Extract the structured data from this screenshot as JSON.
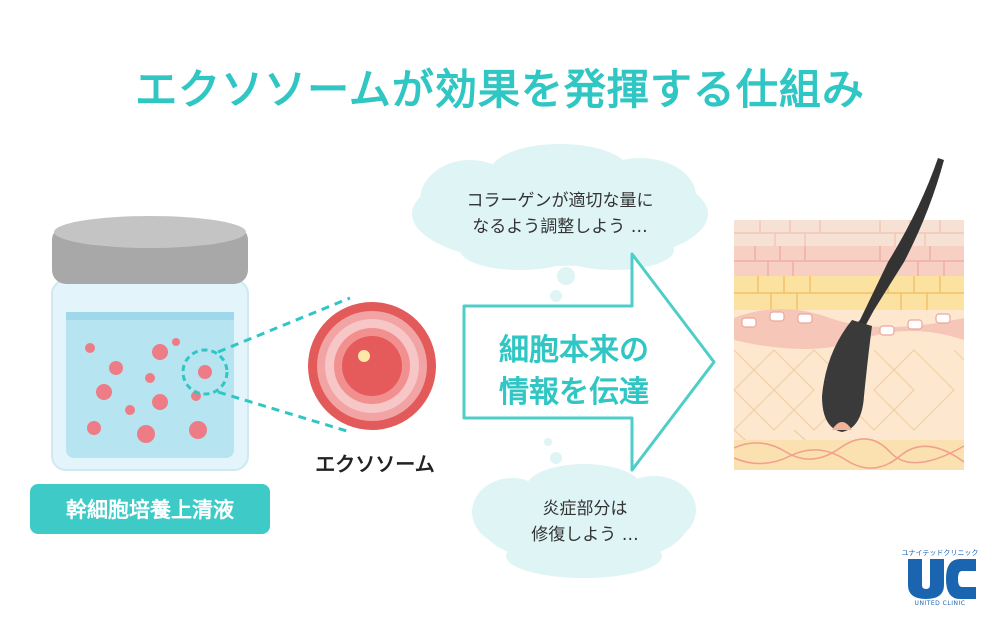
{
  "title": "エクソソームが効果を発揮する仕組み",
  "jar_label": "幹細胞培養上清液",
  "exosome_label": "エクソソーム",
  "arrow_text": {
    "line1": "細胞本来の",
    "line2": "情報を伝達"
  },
  "bubble_top": {
    "line1": "コラーゲンが適切な量に",
    "line2": "なるよう調整しよう …"
  },
  "bubble_bottom": {
    "line1": "炎症部分は",
    "line2": "修復しよう …"
  },
  "logo": {
    "top_text": "ユナイテッドクリニック",
    "mark": "UC",
    "bottom_text": "UNITED CLINIC"
  },
  "colors": {
    "accent": "#2fc6c3",
    "bubble": "#dff4f5",
    "exosome": "#e25a5a",
    "logo": "#1b64b0"
  }
}
